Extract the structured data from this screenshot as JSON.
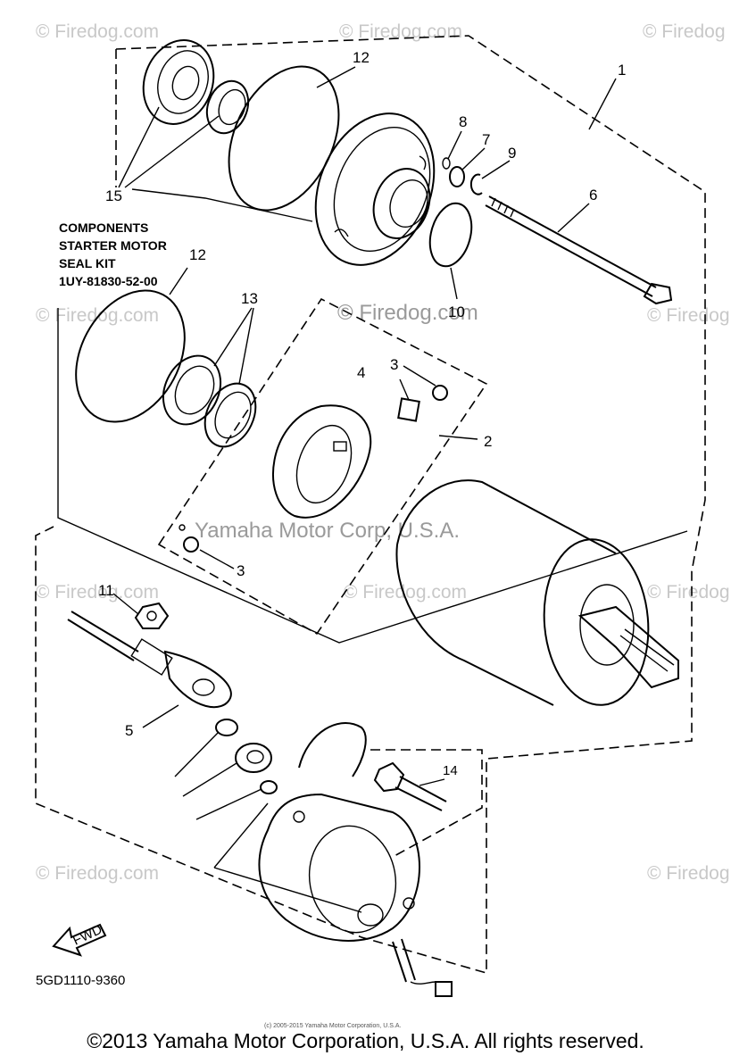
{
  "watermarks": {
    "firedog": "© Firedog.com",
    "corner": "© Firedog",
    "center": "© Firedog.com",
    "yamaha": "Yamaha Motor Corp, U.S.A."
  },
  "kit_label": {
    "line1": "COMPONENTS",
    "line2": "STARTER MOTOR",
    "line3": "SEAL KIT",
    "line4": "1UY-81830-52-00"
  },
  "callouts": {
    "c1": "1",
    "c2": "2",
    "c3a": "3",
    "c3b": "3",
    "c4": "4",
    "c5": "5",
    "c6": "6",
    "c7": "7",
    "c8": "8",
    "c9": "9",
    "c10": "10",
    "c11": "11",
    "c12a": "12",
    "c12b": "12",
    "c13": "13",
    "c14": "14",
    "c15": "15"
  },
  "fwd_label": "FWD",
  "drawing_code": "5GD1110-9360",
  "small_copyright": "(c) 2005-2015 Yamaha Motor Corporation, U.S.A.",
  "copyright": "©2013 Yamaha Motor Corporation, U.S.A. All rights reserved."
}
